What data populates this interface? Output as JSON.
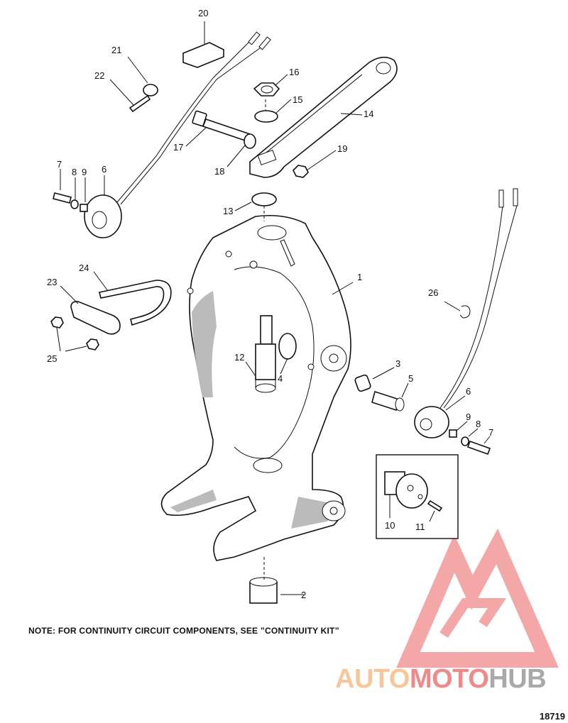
{
  "callouts": [
    "1",
    "2",
    "3",
    "4",
    "5",
    "6",
    "6",
    "7",
    "7",
    "8",
    "8",
    "9",
    "9",
    "10",
    "11",
    "12",
    "13",
    "14",
    "15",
    "16",
    "17",
    "18",
    "19",
    "20",
    "21",
    "22",
    "23",
    "24",
    "25",
    "26"
  ],
  "note": "NOTE:  FOR CONTINUITY CIRCUIT COMPONENTS, SEE ”CONTINUITY KIT”",
  "figure_number": "18719",
  "watermark": {
    "part1": "AUTO",
    "part2": "MOTO",
    "part3": "HUB"
  },
  "colors": {
    "watermark_red": "#f08a8a",
    "watermark_orange": "#f7c79a",
    "watermark_gray": "#a9a9a9",
    "line": "#111111"
  }
}
